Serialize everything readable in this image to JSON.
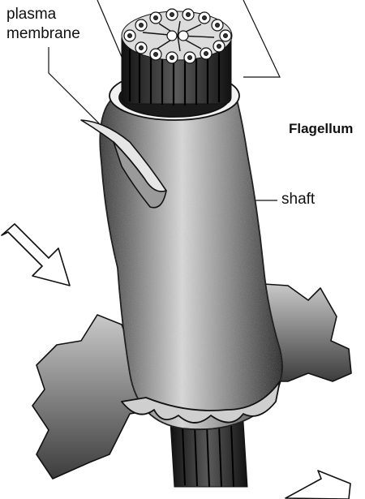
{
  "labels": {
    "plasma": "plasma",
    "membrane": "membrane",
    "flagellum": "Flagellum",
    "shaft": "shaft"
  },
  "colors": {
    "ink": "#111111",
    "shading_dark": "#1e1e1e",
    "shading_mid": "#6a6a6a",
    "highlight": "#f4f4f4"
  }
}
